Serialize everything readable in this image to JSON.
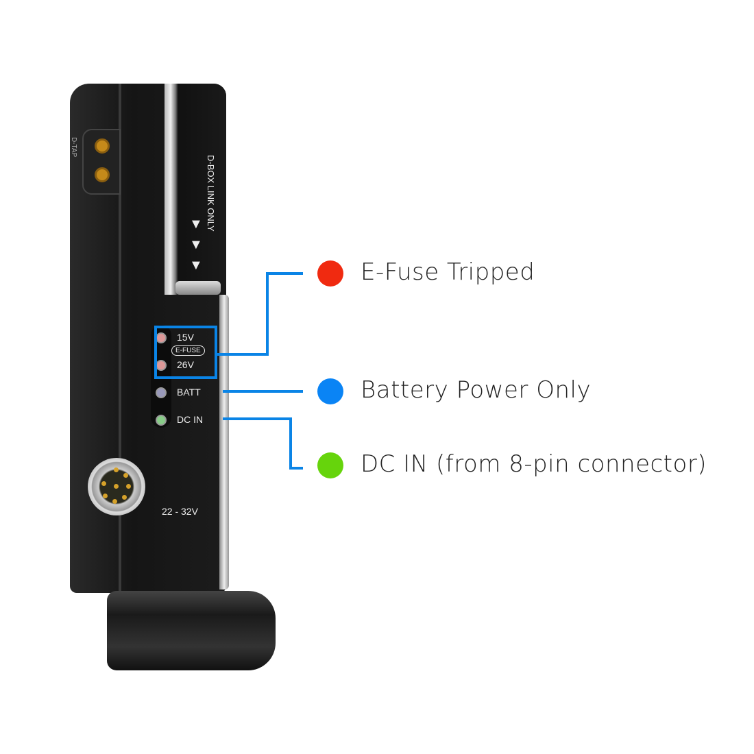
{
  "device": {
    "dtap_label": "D-TAP",
    "dbox_label": "D-BOX LINK ONLY",
    "arrows": "▼",
    "leds": [
      "15V",
      "26V",
      "BATT",
      "DC IN"
    ],
    "efuse_badge": "E-FUSE",
    "voltage_label": "22 - 32V"
  },
  "legend": [
    {
      "label": "E-Fuse Tripped",
      "color": "#f02a10"
    },
    {
      "label": "Battery Power Only",
      "color": "#0a84f5"
    },
    {
      "label": "DC IN (from 8-pin connector)",
      "color": "#66d40c"
    }
  ],
  "line_color": "#0a84e6"
}
